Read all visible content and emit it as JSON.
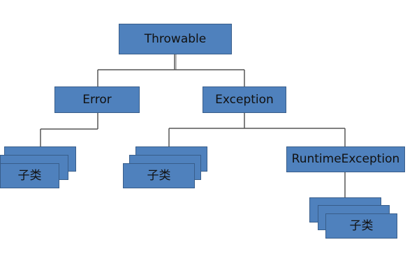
{
  "diagram": {
    "nodes": {
      "throwable": "Throwable",
      "error": "Error",
      "exception": "Exception",
      "runtime_exception": "RuntimeException",
      "error_subclass": "子类",
      "exception_subclass": "子类",
      "runtime_subclass": "子类"
    }
  }
}
